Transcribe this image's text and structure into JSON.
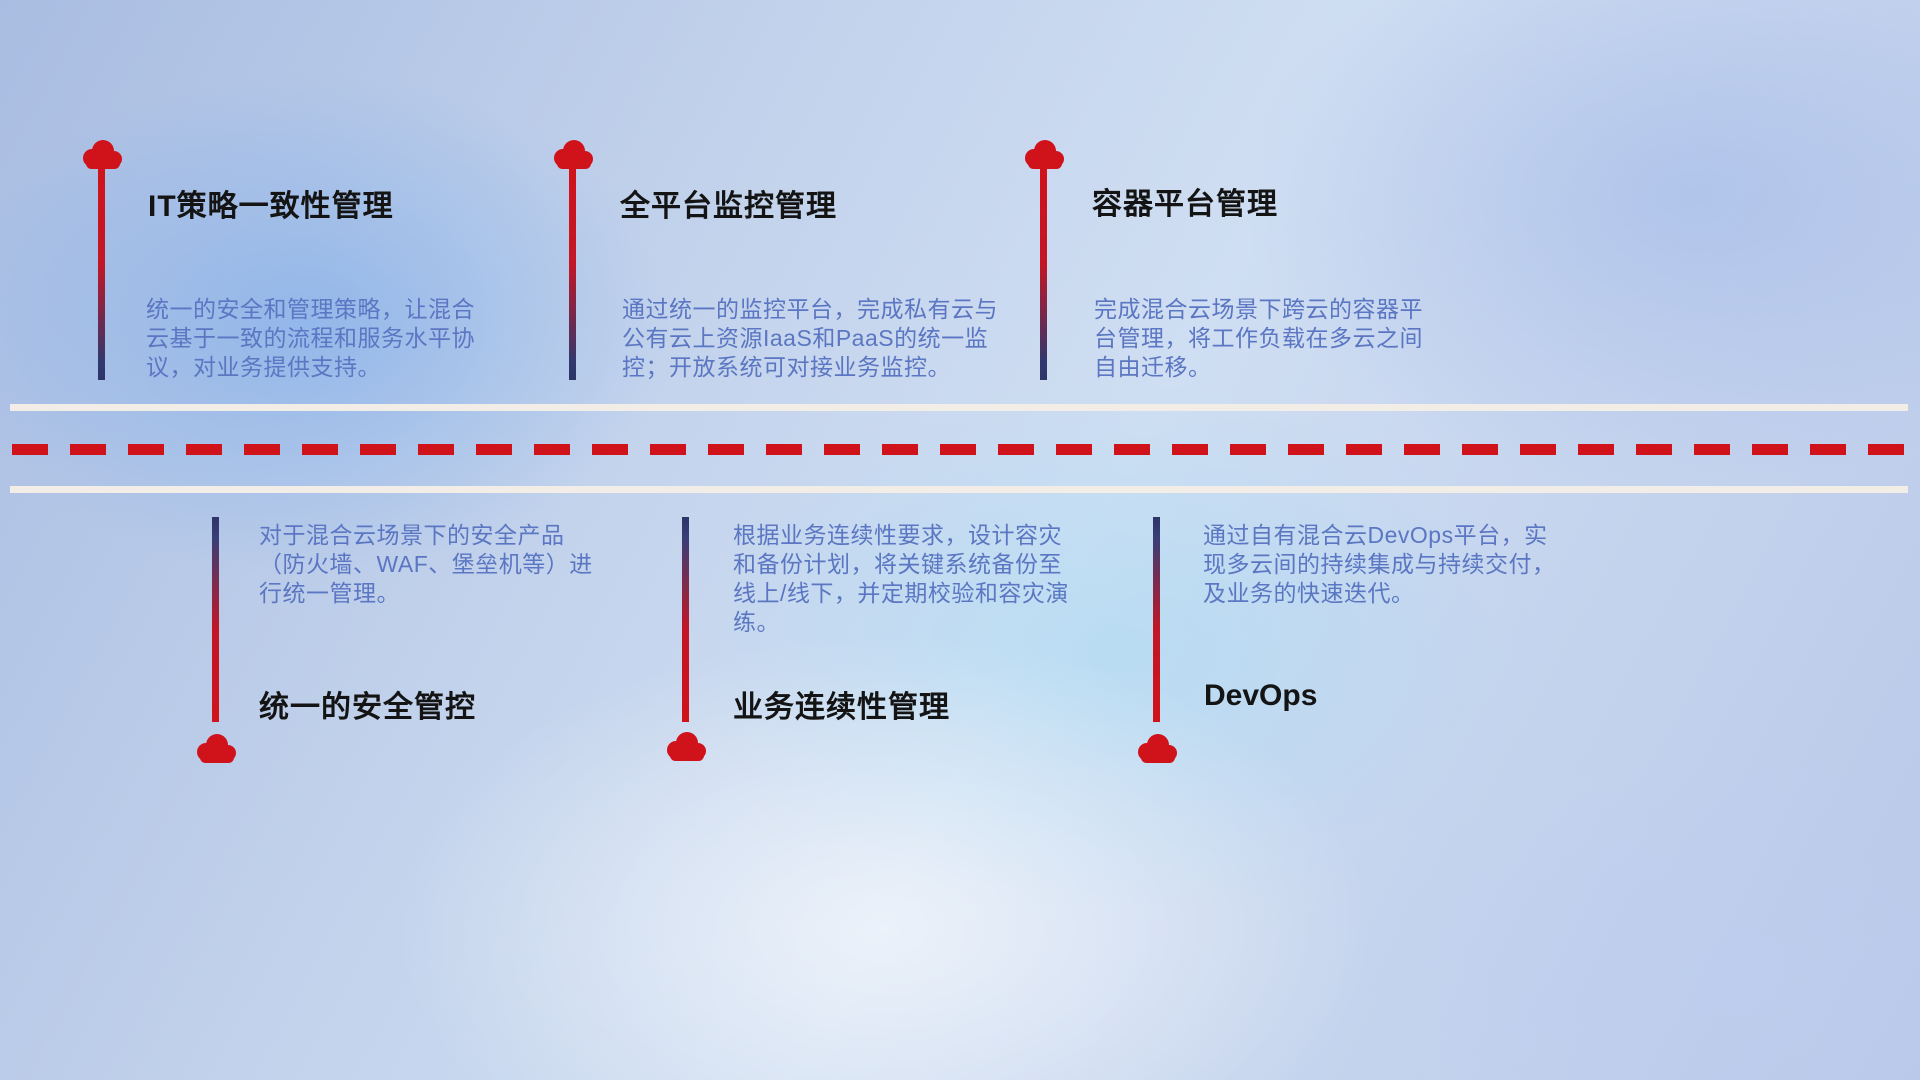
{
  "diagram_title": "hybrid-cloud-capabilities-roadmap",
  "colors": {
    "accent_red": "#d0121b",
    "line_navy": "#2c3468",
    "body_text_blue": "#5b76c2",
    "title_black": "#141414",
    "road_white": "#f3ede8",
    "background_blue": "#c3d3ec"
  },
  "top_items": [
    {
      "title": "IT策略一致性管理",
      "desc": "统一的安全和管理策略，让混合云基于一致的流程和服务水平协议，对业务提供支持。"
    },
    {
      "title": "全平台监控管理",
      "desc": "通过统一的监控平台，完成私有云与公有云上资源IaaS和PaaS的统一监控；开放系统可对接业务监控。"
    },
    {
      "title": "容器平台管理",
      "desc": "完成混合云场景下跨云的容器平台管理，将工作负载在多云之间自由迁移。"
    }
  ],
  "bottom_items": [
    {
      "title": "统一的安全管控",
      "desc": "对于混合云场景下的安全产品（防火墙、WAF、堡垒机等）进行统一管理。"
    },
    {
      "title": "业务连续性管理",
      "desc": "根据业务连续性要求，设计容灾和备份计划，将关键系统备份至线上/线下，并定期校验和容灾演练。"
    },
    {
      "title": "DevOps",
      "desc": "通过自有混合云DevOps平台，实现多云间的持续集成与持续交付，及业务的快速迭代。"
    }
  ]
}
